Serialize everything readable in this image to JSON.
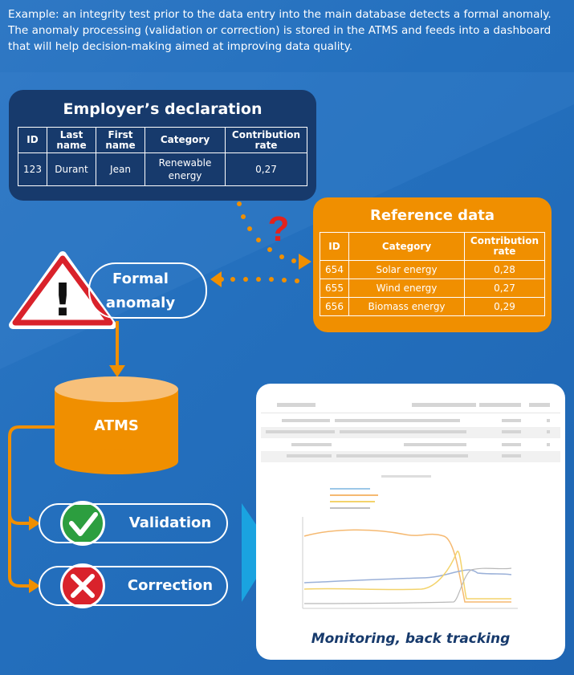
{
  "intro_text": "Example: an integrity test prior to the data entry into the main database detects a formal anomaly. The anomaly processing (validation or correction) is stored in the ATMS and feeds into a dashboard that will help decision-making aimed at improving data quality.",
  "employer": {
    "title": "Employer’s declaration",
    "headers": {
      "id": "ID",
      "last_1": "Last",
      "last_2": "name",
      "first_1": "First",
      "first_2": "name",
      "category": "Category",
      "rate_1": "Contribution",
      "rate_2": "rate"
    },
    "row": {
      "id": "123",
      "last": "Durant",
      "first": "Jean",
      "category_1": "Renewable",
      "category_2": "energy",
      "rate": "0,27"
    }
  },
  "reference": {
    "title": "Reference data",
    "headers": {
      "id": "ID",
      "category": "Category",
      "rate_1": "Contribution",
      "rate_2": "rate"
    },
    "rows": [
      {
        "id": "654",
        "category": "Solar energy",
        "rate": "0,28"
      },
      {
        "id": "655",
        "category": "Wind energy",
        "rate": "0,27"
      },
      {
        "id": "656",
        "category": "Biomass energy",
        "rate": "0,29"
      }
    ]
  },
  "question_mark": "?",
  "exclamation": "!",
  "anomaly": {
    "line1": "Formal",
    "line2": "anomaly"
  },
  "atms_label": "ATMS",
  "validation_label": "Validation",
  "correction_label": "Correction",
  "dashboard_caption": "Monitoring, back tracking",
  "colors": {
    "navy": "#173a6c",
    "orange": "#f08f00",
    "cyl_top": "#f7c07a",
    "green": "#2c9e3f",
    "red": "#d9222b",
    "cyan": "#1aa3e0"
  }
}
